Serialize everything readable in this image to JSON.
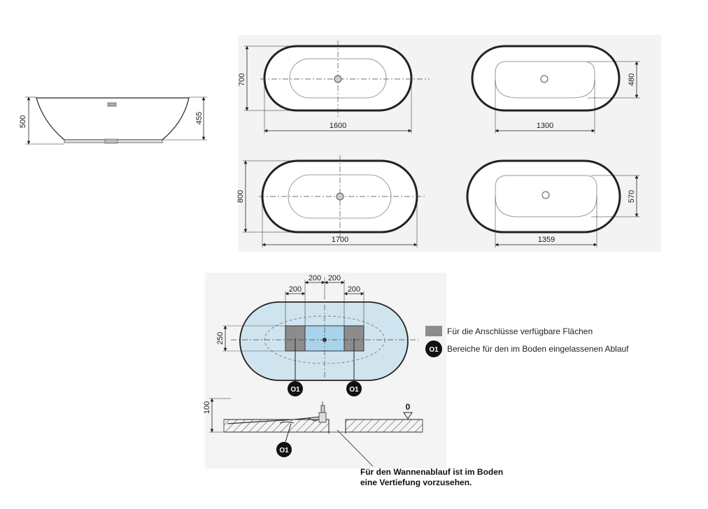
{
  "side_view": {
    "height_total": "500",
    "height_inner": "455"
  },
  "top_views": [
    {
      "width": "1600",
      "depth": "700"
    },
    {
      "width": "1300",
      "depth": "480"
    },
    {
      "width": "1700",
      "depth": "800"
    },
    {
      "width": "1359",
      "depth": "570"
    }
  ],
  "install_plan": {
    "spacing_left_outer": "200",
    "spacing_center_left": "200",
    "spacing_center_right": "200",
    "spacing_right_outer": "200",
    "zone_height": "250",
    "floor_depth": "100",
    "floor_level": "0",
    "marker_label": "O1"
  },
  "legend": {
    "connections_label": "Für die Anschlüsse verfügbare Flächen",
    "drain_label": "Bereiche für den im Boden eingelassenen Ablauf",
    "drain_marker": "O1",
    "connections_color": "#8c8c8c",
    "drain_zone_color": "#a9d3ea"
  },
  "note": {
    "line1": "Für den Wannenablauf ist im Boden",
    "line2": "eine Vertiefung vorzusehen."
  }
}
